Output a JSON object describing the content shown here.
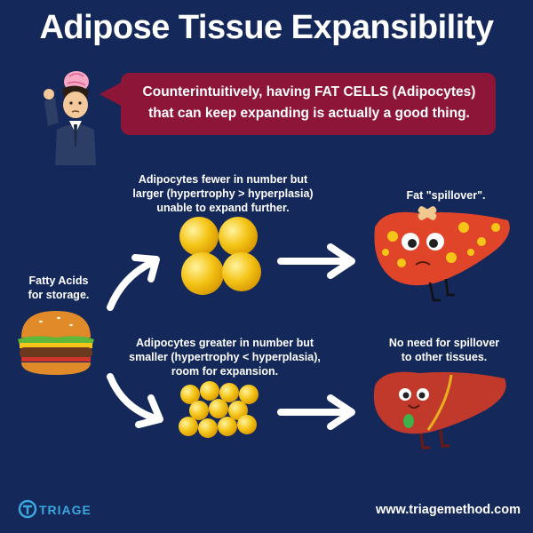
{
  "title": "Adipose Tissue Expansibility",
  "bubble": {
    "line1": "Counterintuitively, having FAT CELLS (Adipocytes)",
    "line2": "that can keep expanding is actually a good thing."
  },
  "labels": {
    "top_line1": "Adipocytes fewer in number but",
    "top_line2": "larger (hypertrophy > hyperplasia)",
    "top_line3": "unable to expand further.",
    "spillover": "Fat \"spillover\".",
    "fatty_line1": "Fatty Acids",
    "fatty_line2": "for storage.",
    "bottom_line1": "Adipocytes greater in number but",
    "bottom_line2": "smaller (hypertrophy < hyperplasia),",
    "bottom_line3": "room for expansion.",
    "nospill_line1": "No need for spillover",
    "nospill_line2": "to other tissues."
  },
  "footer": {
    "logo": "TRIAGE",
    "url": "www.triagemethod.com"
  },
  "colors": {
    "background": "#14285a",
    "bubble": "#8c1538",
    "fat_cell": "#f5c518",
    "liver": "#c0392b",
    "logo": "#3aa7e0"
  },
  "icons": {
    "man": "thinking-man-icon",
    "burger": "burger-icon",
    "sick_liver": "sick-liver-icon",
    "healthy_liver": "healthy-liver-icon",
    "arrow": "arrow-icon"
  }
}
